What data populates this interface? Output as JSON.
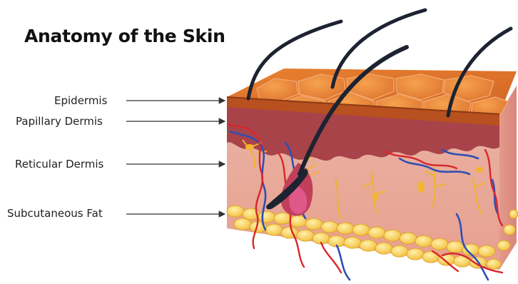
{
  "title": "Anatomy of the Skin",
  "layers": [
    {
      "id": "epidermis",
      "label": "Epidermis",
      "color": "#c25a22"
    },
    {
      "id": "papillary",
      "label": "Papillary Dermis",
      "color": "#a0423f"
    },
    {
      "id": "reticular",
      "label": "Reticular Dermis",
      "color": "#e8a594"
    },
    {
      "id": "subcutaneous",
      "label": "Subcutaneous Fat",
      "color": "#f2c94c"
    }
  ],
  "colors": {
    "vein": "#2f4fb5",
    "artery": "#d8262c",
    "nerve": "#f0b32a",
    "hair": "#1d2330",
    "follicle_bulb": "#d43a6e"
  }
}
